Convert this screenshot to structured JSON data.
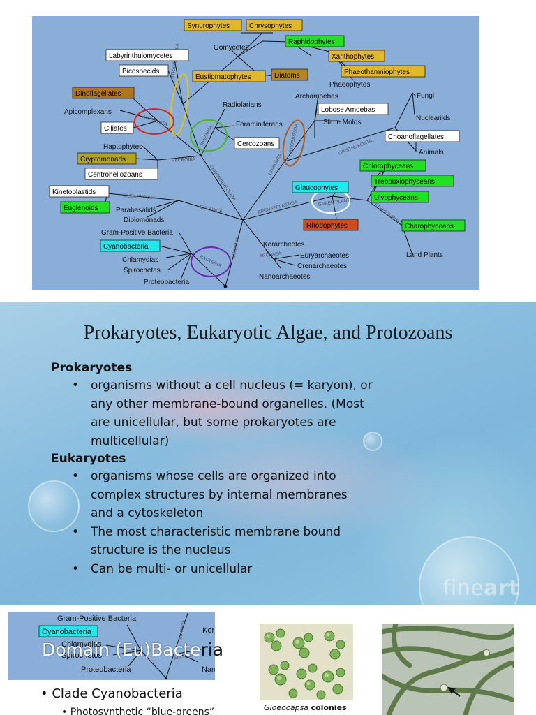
{
  "tree": {
    "nodes": {
      "synurophytes": "Synurophytes",
      "chrysophytes": "Chrysophytes",
      "raphidophytes": "Raphidophytes",
      "xanthophytes": "Xanthophytes",
      "phaeothamniophytes": "Phaeothamniophytes",
      "phaeophytes": "Phaeophytes",
      "oomycetes": "Oomycetes",
      "labyrinthulomycetes": "Labyrinthulomycetes",
      "bicosoecids": "Bicosoecids",
      "eustigmatophytes": "Eustigmatophytes",
      "diatoms": "Diatoms",
      "dinoflagellates": "Dinoflagellates",
      "apicomplexans": "Apicomplexans",
      "ciliates": "Ciliates",
      "radiolarians": "Radiolarians",
      "foraminiferans": "Foraminiferans",
      "cercozoans": "Cercozoans",
      "archamoebas": "Archamoebas",
      "lobose_amoebas": "Lobose Amoebas",
      "slime_molds": "Slime Molds",
      "fungi": "Fungi",
      "nucleariids": "Nucleariids",
      "choanoflagellates": "Choanoflagellates",
      "animals": "Animals",
      "haptophytes": "Haptophytes",
      "cryptomonads": "Cryptomonads",
      "centroheliozoans": "Centroheliozoans",
      "chlorophyceans": "Chlorophyceans",
      "trebouxiophyceans": "Trebouxiophyceans",
      "ulvophyceans": "Ulvophyceans",
      "charophyceans": "Charophyceans",
      "land_plants": "Land Plants",
      "glaucophytes": "Glaucophytes",
      "rhodophytes": "Rhodophytes",
      "kinetoplastids": "Kinetoplastids",
      "euglenoids": "Euglenoids",
      "parabasalids": "Parabasalids",
      "diplomonads": "Diplomonads",
      "gram_positive": "Gram-Positive Bacteria",
      "cyanobacteria": "Cyanobacteria",
      "chlamydias": "Chlamydias",
      "spirochetes": "Spirochetes",
      "proteobacteria": "Proteobacteria",
      "korarcheotes": "Korarcheotes",
      "euryarchaeotes": "Euryarchaeotes",
      "crenarchaeotes": "Crenarchaeotes",
      "nanoarchaeotes": "Nanoarchaeotes"
    },
    "branches": {
      "stramenopila": "STRAMENOPILA",
      "alveolata": "ALVEOLATA",
      "rhizaria": "RHIZARIA",
      "amoebozoa": "AMOEBOZOA",
      "opisthokonta": "OPISTHOKONTA",
      "unikonta": "UNIKONTA",
      "hacrobia": "HACROBIA",
      "chromalveolata": "CHROMALVEOLATA",
      "euglenozoa": "EUGLENOZOA",
      "excavata": "EXCAVATA",
      "archaeplastida": "ARCHAEPLASTIDA",
      "green_plants": "GREEN PLANTS",
      "streptophyta": "STREPTOPHYTA",
      "eukarya": "EUKARYA",
      "archaea": "ARCHAEA",
      "bacteria": "BACTERIA"
    },
    "colors": {
      "background": "#8aaed8",
      "yellow_box": "#e0b82a",
      "brown_box": "#b0761e",
      "green_box": "#22e022",
      "cyan_box": "#22e8ee",
      "red_box": "#d04a22",
      "olive_box": "#b5a21e"
    }
  },
  "slide2": {
    "title": "Prokaryotes, Eukaryotic Algae, and Protozoans",
    "sections": [
      {
        "heading": "Prokaryotes",
        "bullets": [
          "organisms without a cell nucleus (= karyon), or any other membrane-bound organelles. (Most are unicellular, but some prokaryotes are multicellular)"
        ]
      },
      {
        "heading": "Eukaryotes",
        "bullets": [
          "organisms whose cells are organized into complex structures by internal membranes and a cytoskeleton",
          "The most characteristic membrane bound structure is the nucleus",
          "Can be multi- or unicellular"
        ]
      }
    ],
    "watermark_a": "fine",
    "watermark_b": "art"
  },
  "slide3": {
    "crop_labels": {
      "gram_positive": "Gram-Positive Bacteria",
      "cyanobacteria": "Cyanobacteria",
      "chlamydias": "Chlamydias",
      "spirochetes": "Spirochetes",
      "proteobacteria": "Proteobacteria",
      "eukarya": "EUKARYA",
      "archaea": "ARCHAEA",
      "kor": "Kor",
      "nano": "Nano"
    },
    "title_a": "Domain (Eu)Bacte",
    "title_b": "ria",
    "bullet1": "• Clade Cyanobacteria",
    "bullet2": "• Photosynthetic “blue-greens”",
    "caption_italic": "Gloeocapsa",
    "caption_bold": "colonies"
  }
}
